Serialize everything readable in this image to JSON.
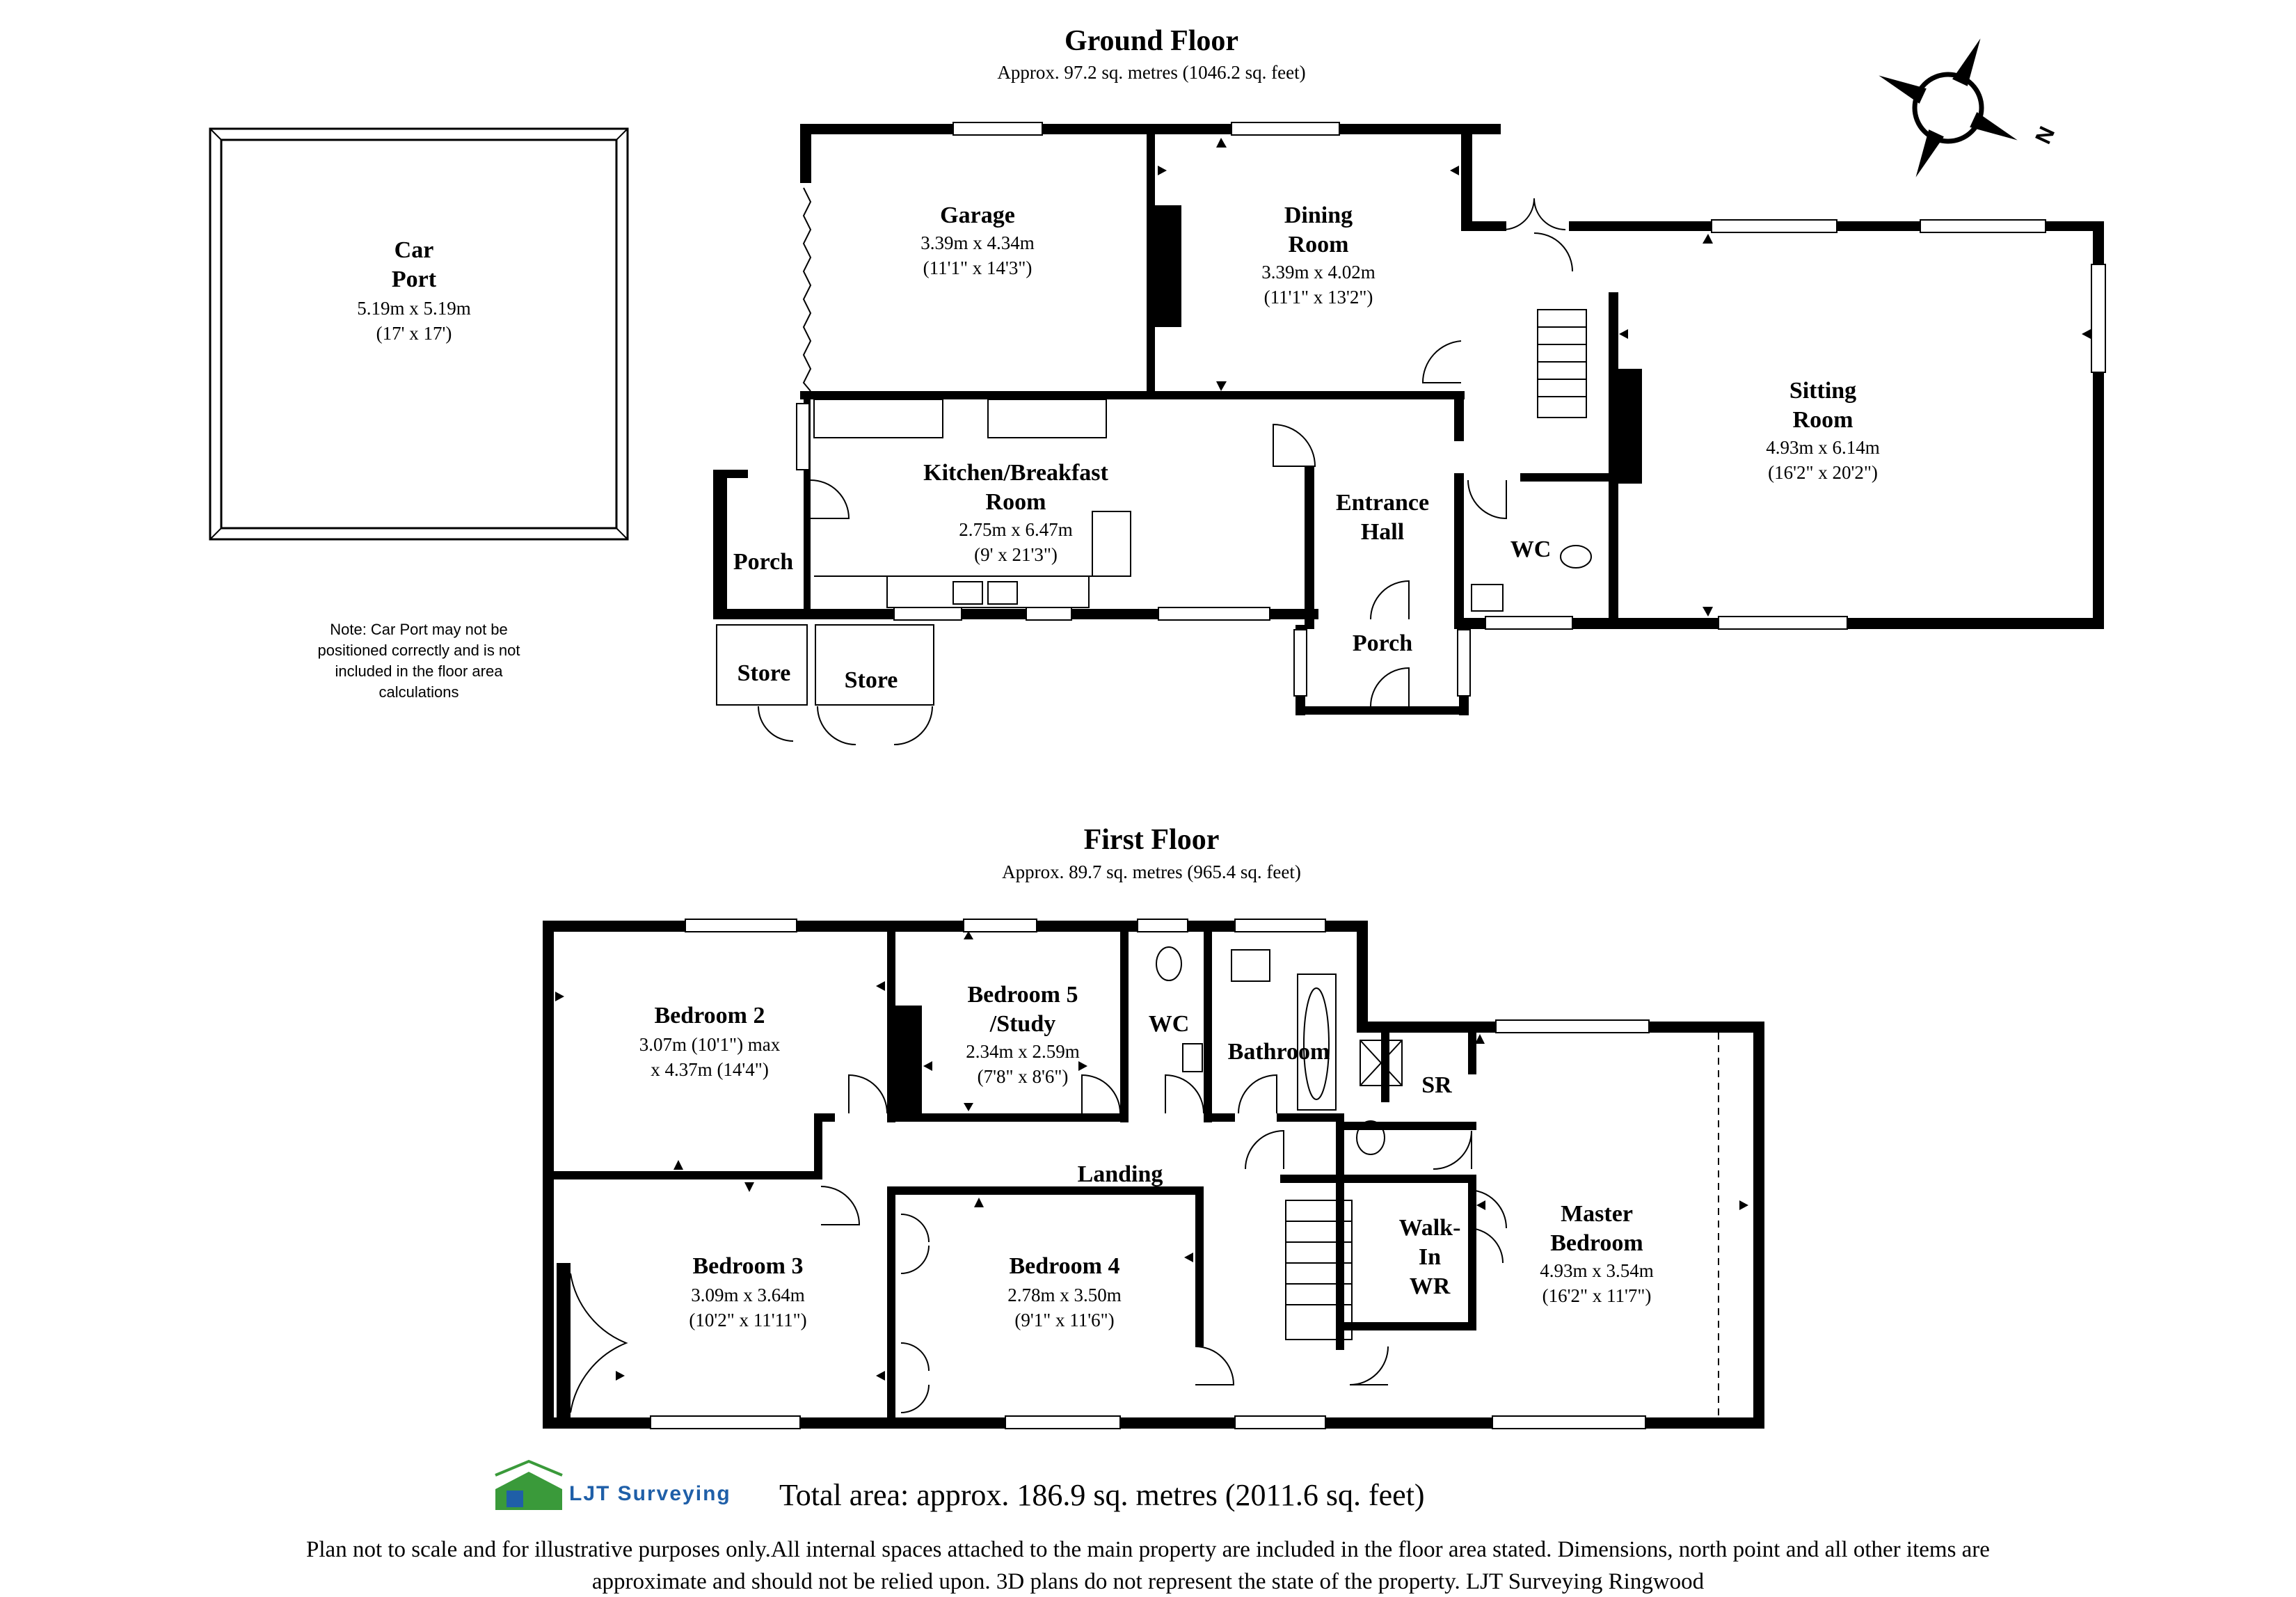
{
  "ground_floor": {
    "title": "Ground Floor",
    "area": "Approx. 97.2 sq. metres (1046.2 sq. feet)",
    "rooms": {
      "carport": {
        "name1": "Car",
        "name2": "Port",
        "dim_m": "5.19m x 5.19m",
        "dim_ft": "(17' x 17')"
      },
      "garage": {
        "name1": "Garage",
        "dim_m": "3.39m x 4.34m",
        "dim_ft": "(11'1\" x 14'3\")"
      },
      "dining": {
        "name1": "Dining",
        "name2": "Room",
        "dim_m": "3.39m x 4.02m",
        "dim_ft": "(11'1\" x 13'2\")"
      },
      "sitting": {
        "name1": "Sitting",
        "name2": "Room",
        "dim_m": "4.93m x 6.14m",
        "dim_ft": "(16'2\" x 20'2\")"
      },
      "kitchen": {
        "name1": "Kitchen/Breakfast",
        "name2": "Room",
        "dim_m": "2.75m x 6.47m",
        "dim_ft": "(9' x 21'3\")"
      },
      "entrance": {
        "name1": "Entrance",
        "name2": "Hall"
      },
      "wc": {
        "name1": "WC"
      },
      "porch_left": {
        "name1": "Porch"
      },
      "porch_front": {
        "name1": "Porch"
      },
      "store1": {
        "name1": "Store"
      },
      "store2": {
        "name1": "Store"
      }
    },
    "note": [
      "Note: Car Port may not be",
      "positioned correctly and is not",
      "included in the floor area",
      "calculations"
    ]
  },
  "first_floor": {
    "title": "First Floor",
    "area": "Approx. 89.7 sq. metres (965.4 sq. feet)",
    "rooms": {
      "bed2": {
        "name1": "Bedroom 2",
        "dim_m": "3.07m (10'1\") max",
        "dim_ft": "x 4.37m (14'4\")"
      },
      "bed5": {
        "name1": "Bedroom 5",
        "name2": "/Study",
        "dim_m": "2.34m x 2.59m",
        "dim_ft": "(7'8\" x 8'6\")"
      },
      "wc": {
        "name1": "WC"
      },
      "bathroom": {
        "name1": "Bathroom"
      },
      "sr": {
        "name1": "SR"
      },
      "landing": {
        "name1": "Landing"
      },
      "bed3": {
        "name1": "Bedroom 3",
        "dim_m": "3.09m x 3.64m",
        "dim_ft": "(10'2\" x 11'11\")"
      },
      "bed4": {
        "name1": "Bedroom 4",
        "dim_m": "2.78m x 3.50m",
        "dim_ft": "(9'1\" x 11'6\")"
      },
      "walkin": {
        "name1": "Walk-",
        "name2": "In",
        "name3": "WR"
      },
      "master": {
        "name1": "Master",
        "name2": "Bedroom",
        "dim_m": "4.93m x 3.54m",
        "dim_ft": "(16'2\" x 11'7\")"
      }
    }
  },
  "compass": {
    "label": "N"
  },
  "logo": {
    "text": "LJT Surveying"
  },
  "total_area": "Total area: approx. 186.9 sq. metres (2011.6 sq. feet)",
  "disclaimer": [
    "Plan not to scale and for illustrative purposes only.All internal spaces attached to the main property are included in the floor area stated. Dimensions, north point and all other items are",
    "approximate and should not be relied upon. 3D plans do not represent the state of the property. LJT Surveying Ringwood"
  ],
  "colors": {
    "wall": "#000000",
    "logo_green": "#3a9a3a",
    "logo_blue": "#1f5fa8"
  }
}
